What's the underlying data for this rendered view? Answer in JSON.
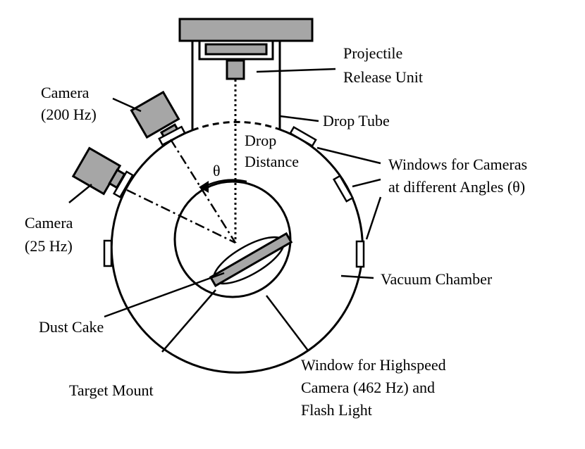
{
  "colors": {
    "component_fill": "#a6a6a6",
    "line": "#000000",
    "background": "#ffffff"
  },
  "labels": {
    "projectile_release_line1": "Projectile",
    "projectile_release_line2": "Release Unit",
    "camera200_line1": "Camera",
    "camera200_line2": "(200 Hz)",
    "drop_tube": "Drop Tube",
    "drop_distance_line1": "Drop",
    "drop_distance_line2": "Distance",
    "theta": "θ",
    "windows_line1": "Windows for Cameras",
    "windows_line2": "at different Angles (θ)",
    "camera25_line1": "Camera",
    "camera25_line2": "(25 Hz)",
    "vacuum_chamber": "Vacuum Chamber",
    "dust_cake": "Dust Cake",
    "target_mount": "Target Mount",
    "window_highspeed_line1": "Window for Highspeed",
    "window_highspeed_line2": "Camera (462 Hz) and",
    "window_highspeed_line3": "Flash Light"
  }
}
